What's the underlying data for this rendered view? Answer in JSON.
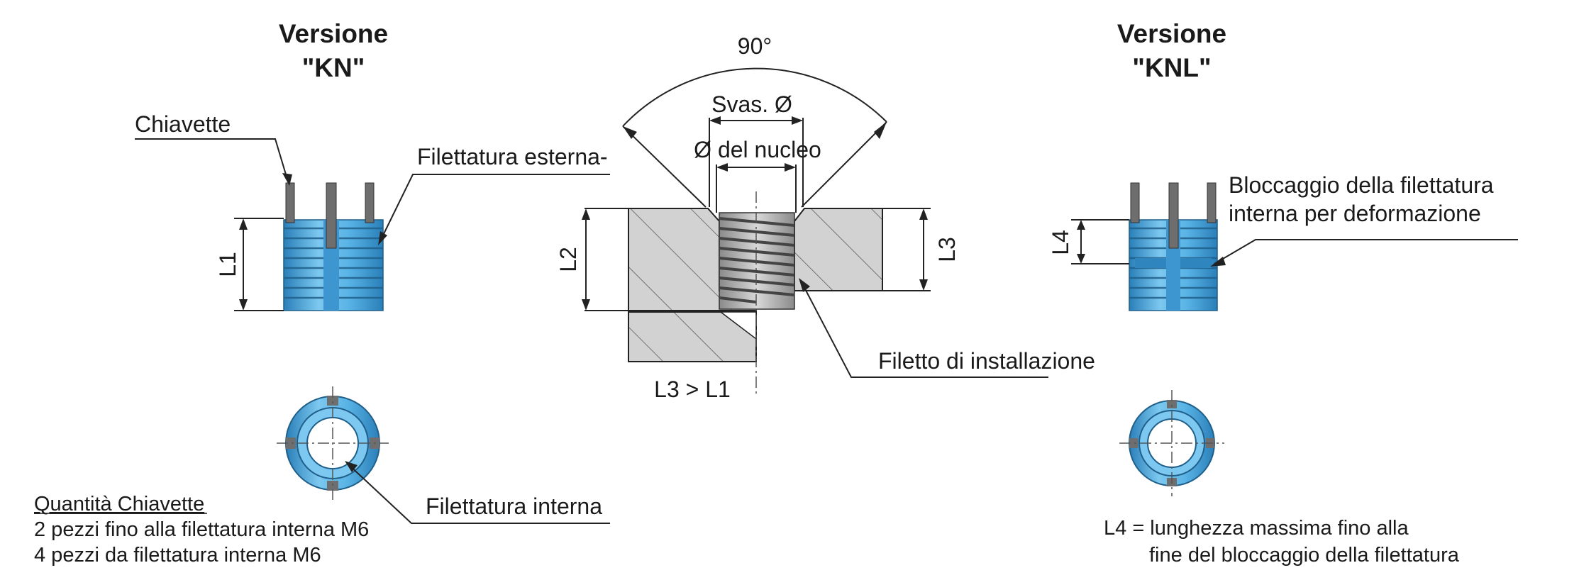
{
  "colors": {
    "insert_blue": "#5ab4e6",
    "insert_blue_dark": "#2a7fb8",
    "key_gray": "#6e6e6e",
    "section_gray": "#d2d2d2",
    "line": "#222222"
  },
  "kn": {
    "title_line1": "Versione",
    "title_line2": "\"KN\"",
    "label_keys": "Chiavette",
    "label_external_thread": "Filettatura esterna-",
    "label_internal_thread": "Filettatura interna",
    "dim_l1": "L1"
  },
  "section": {
    "angle": "90°",
    "countersink": "Svas. Ø",
    "core_diameter": "Ø del nucleo",
    "dim_l2": "L2",
    "dim_l3": "L3",
    "installation_thread": "Filetto di installazione",
    "relation": "L3 > L1"
  },
  "knl": {
    "title_line1": "Versione",
    "title_line2": "\"KNL\"",
    "label_lock_line1": "Bloccaggio della filettatura",
    "label_lock_line2": "interna per deformazione",
    "dim_l4": "L4",
    "note_line1": "L4 = lunghezza massima fino alla",
    "note_line2": "fine del bloccaggio della filettatura"
  },
  "keys_note": {
    "heading": "Quantità Chiavette",
    "line1": "2 pezzi fino alla filettatura interna M6",
    "line2": "4 pezzi da filettatura interna M6"
  }
}
